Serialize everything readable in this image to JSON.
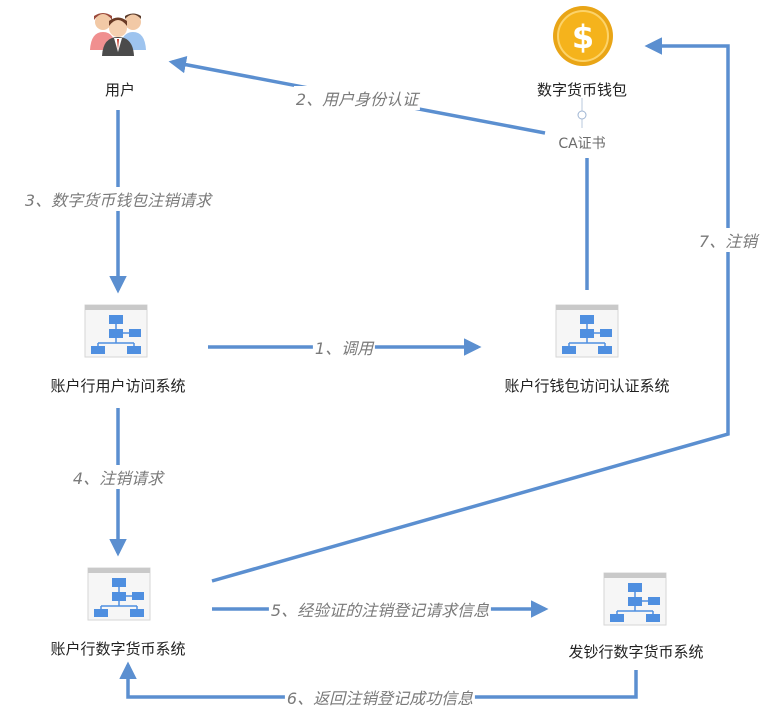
{
  "nodes": {
    "user": "用户",
    "wallet": "数字货币钱包",
    "ca": "CA证书",
    "access_system": "账户行用户访问系统",
    "auth_system": "账户行钱包访问认证系统",
    "bank_dc_system": "账户行数字货币系统",
    "issuer_dc_system": "发钞行数字货币系统"
  },
  "edges": {
    "e1": "1、调用",
    "e2": "2、用户身份认证",
    "e3": "3、数字货币钱包注销请求",
    "e4": "4、注销请求",
    "e5": "5、经验证的注销登记请求信息",
    "e6": "6、返回注销登记成功信息",
    "e7": "7、注销"
  },
  "colors": {
    "arrow": "#5b8fd0",
    "system_icon": "#4f8fe0",
    "coin": "#f5b31c"
  },
  "icons": {
    "user": "people-group-icon",
    "wallet": "dollar-coin-icon",
    "system": "org-chart-window-icon"
  }
}
